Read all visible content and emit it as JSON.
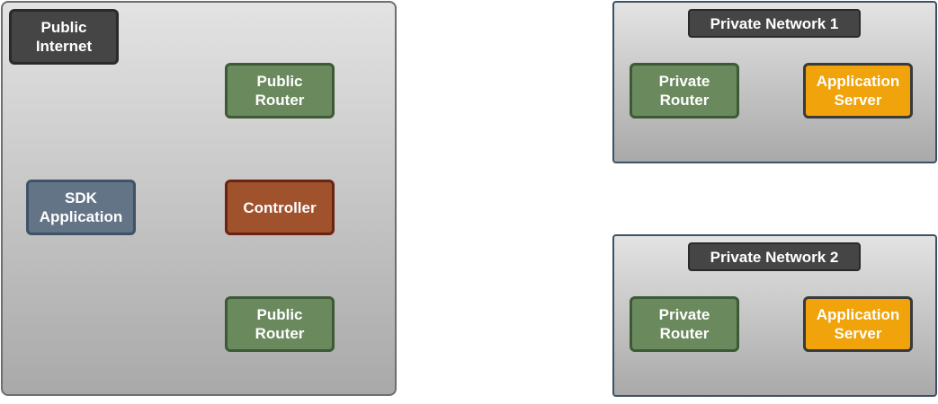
{
  "public_internet": {
    "label": "Public\nInternet",
    "nodes": {
      "public_router_1": "Public\nRouter",
      "sdk_application": "SDK\nApplication",
      "controller": "Controller",
      "public_router_2": "Public\nRouter"
    }
  },
  "private_network_1": {
    "label": "Private Network 1",
    "nodes": {
      "private_router": "Private\nRouter",
      "application_server": "Application\nServer"
    }
  },
  "private_network_2": {
    "label": "Private Network 2",
    "nodes": {
      "private_router": "Private\nRouter",
      "application_server": "Application\nServer"
    }
  },
  "colors": {
    "router": "#6a8a5e",
    "application_server": "#f0a30a",
    "sdk_application": "#637487",
    "controller": "#a0522d",
    "zone_label": "#454545"
  }
}
